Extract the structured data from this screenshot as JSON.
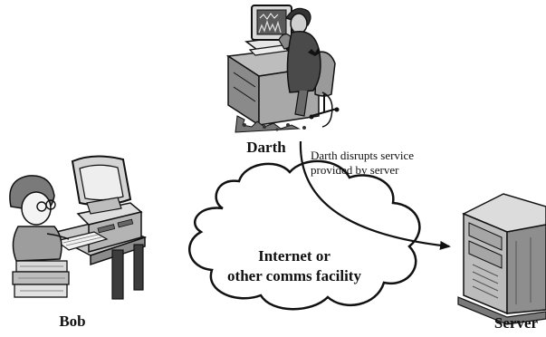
{
  "diagram": {
    "actors": {
      "darth": {
        "label": "Darth",
        "icon": "attacker-at-computer-icon"
      },
      "bob": {
        "label": "Bob",
        "icon": "user-at-computer-icon"
      },
      "server": {
        "label": "Server",
        "icon": "server-tower-icon"
      }
    },
    "network": {
      "line1": "Internet or",
      "line2": "other comms facility",
      "icon": "cloud-icon"
    },
    "annotation": {
      "line1": "Darth disrupts service",
      "line2": "provided by server"
    },
    "colors": {
      "ink": "#111111",
      "shade": "#9a9a9a",
      "paper": "#ffffff"
    }
  }
}
